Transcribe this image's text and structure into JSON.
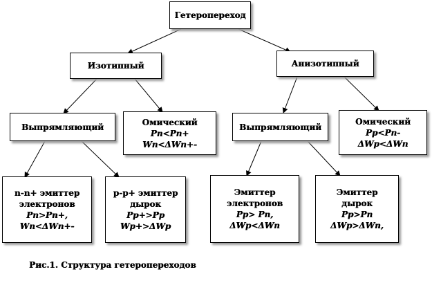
{
  "root": {
    "label": "Гетеропереход"
  },
  "isotype": {
    "label": "Изотипный"
  },
  "anisotype": {
    "label": "Анизотипный"
  },
  "iso_rect": {
    "label": "Выпрямляющий"
  },
  "iso_ohmic": {
    "line1": "Омический",
    "line2": "Pn<Pn+",
    "line3": "Wn<ΔWn+-"
  },
  "aniso_rect": {
    "label": "Выпрямляющий"
  },
  "aniso_ohmic": {
    "line1": "Омический",
    "line2": "Pp<Pn-",
    "line3": "ΔWp<ΔWn"
  },
  "leaf1": {
    "line1": "n-n+ эмиттер",
    "line2": "электронов",
    "line3": "Pn>Pn+,",
    "line4": "Wn<ΔWn+-"
  },
  "leaf2": {
    "line1": "p-p+ эмиттер",
    "line2": "дырок",
    "line3": "Pp+>Pp",
    "line4": "Wp+>ΔWp"
  },
  "leaf3": {
    "line1": "Эмиттер",
    "line2": "электронов",
    "line3": "Pp> Pn,",
    "line4": "ΔWp<ΔWn"
  },
  "leaf4": {
    "line1": "Эмиттер",
    "line2": "дырок",
    "line3": "Pp>Pn",
    "line4": "ΔWp>ΔWn,"
  },
  "caption": "Рис.1. Структура гетеропереходов"
}
